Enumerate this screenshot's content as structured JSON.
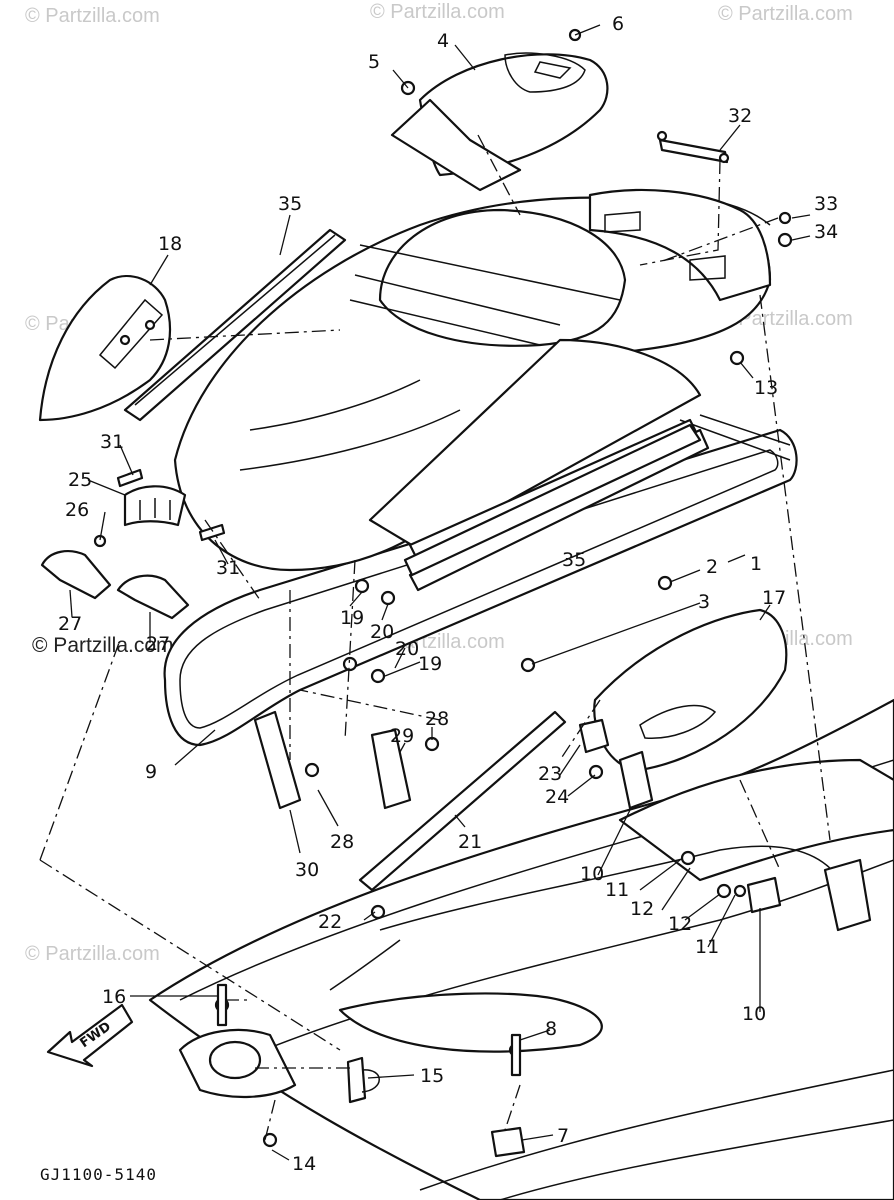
{
  "watermark": "© Partzilla.com",
  "drawing_code": "GJ1100-5140",
  "fwd_label": "FWD",
  "callouts": {
    "c1": "1",
    "c2": "2",
    "c3": "3",
    "c4": "4",
    "c5": "5",
    "c6": "6",
    "c7": "7",
    "c8": "8",
    "c9": "9",
    "c10a": "10",
    "c10b": "10",
    "c11a": "11",
    "c11b": "11",
    "c12a": "12",
    "c12b": "12",
    "c13": "13",
    "c14": "14",
    "c15": "15",
    "c16": "16",
    "c17": "17",
    "c18": "18",
    "c19a": "19",
    "c19b": "19",
    "c20a": "20",
    "c20b": "20",
    "c21": "21",
    "c22": "22",
    "c23": "23",
    "c24": "24",
    "c25": "25",
    "c26": "26",
    "c27a": "27",
    "c27b": "27",
    "c28a": "28",
    "c28b": "28",
    "c29": "29",
    "c30": "30",
    "c31a": "31",
    "c31b": "31",
    "c32": "32",
    "c33": "33",
    "c34": "34",
    "c35a": "35",
    "c35b": "35"
  }
}
